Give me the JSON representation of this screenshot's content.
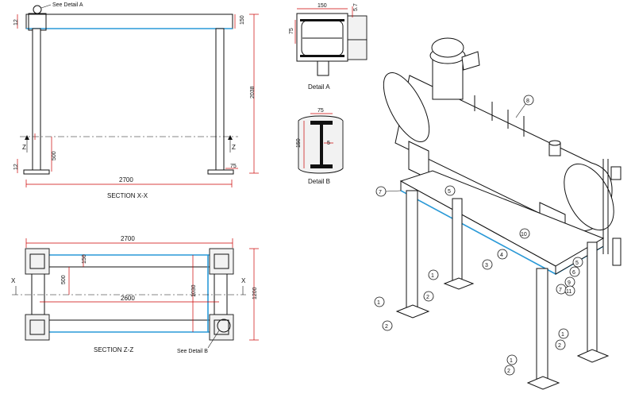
{
  "labels": {
    "see_detail_a": "See Detail  A",
    "see_detail_b": "See Detail  B",
    "section_xx": "SECTION  X-X",
    "section_zz": "SECTION  Z-Z",
    "detail_a": "Detail A",
    "detail_b": "Detail B",
    "x_marker": "X",
    "z_marker": "Z"
  },
  "dims_xx": {
    "top_12": "12",
    "top_150": "150",
    "height_2038": "2038",
    "height_500": "500",
    "bottom_12": "12",
    "foot_75": "75",
    "width_2700": "2700"
  },
  "dims_zz": {
    "width_2700": "2700",
    "d_150": "150",
    "d_500": "500",
    "d_2600": "2600",
    "d_1030": "1030",
    "d_1200": "1200"
  },
  "dims_detail_a": {
    "w": "150",
    "h": "75",
    "t": "5.7"
  },
  "dims_detail_b": {
    "w": "75",
    "h": "150",
    "t": "5"
  },
  "balloons": [
    "1",
    "2",
    "3",
    "4",
    "5",
    "6",
    "7",
    "8",
    "9",
    "10",
    "11"
  ]
}
